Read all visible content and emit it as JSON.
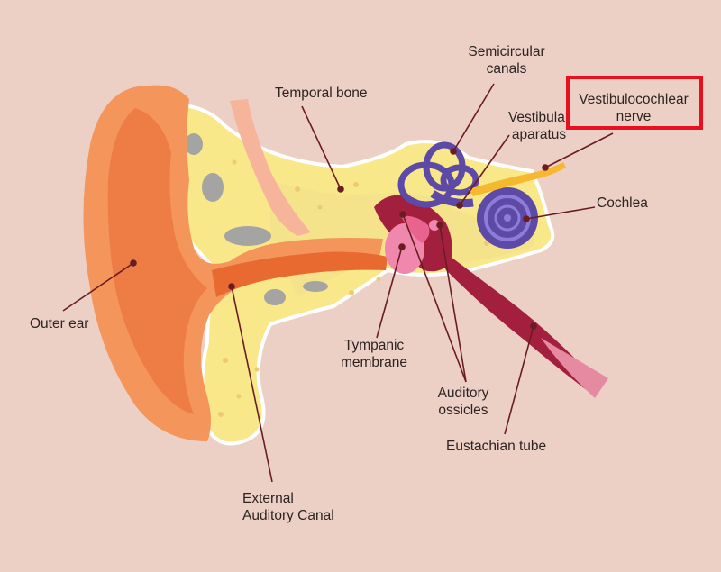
{
  "labels": {
    "semicircular_canals": [
      "Semicircular",
      "canals"
    ],
    "temporal_bone": "Temporal bone",
    "vestibular_apparatus": [
      "Vestibular",
      "aparatus"
    ],
    "vestibulocochlear_nerve": [
      "Vestibulocochlear",
      "nerve"
    ],
    "cochlea": "Cochlea",
    "outer_ear": "Outer ear",
    "tympanic_membrane": [
      "Tympanic",
      "membrane"
    ],
    "auditory_ossicles": [
      "Auditory",
      "ossicles"
    ],
    "eustachian_tube": "Eustachian tube",
    "external_auditory_canal": [
      "External",
      "Auditory Canal"
    ]
  },
  "highlight": {
    "target": "vestibulocochlear-nerve-label",
    "color": "#e8101e"
  },
  "colors": {
    "background": "#ecd0c6",
    "outer_ear": "#f4955c",
    "bone": "#f8e88a",
    "leader_line": "#6b1c22",
    "inner_ear": "#5c4aa6"
  }
}
